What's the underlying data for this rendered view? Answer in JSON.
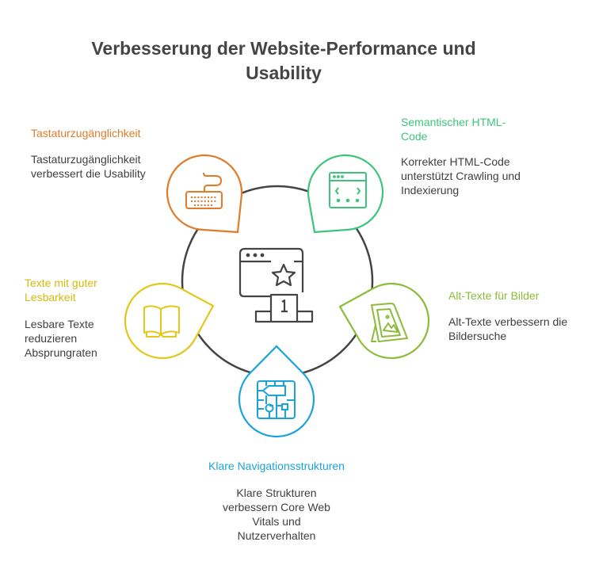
{
  "title": "Verbesserung der Website-Performance und\nUsability",
  "colors": {
    "orange": "#E07B2A",
    "green": "#3CC47C",
    "yellow": "#E2C81A",
    "lime": "#8DBB3A",
    "blue": "#1BA3D9",
    "ring": "#444444"
  },
  "items": [
    {
      "heading": "Tastaturzugänglichkeit",
      "text": "Tastaturzugänglichkeit\nverbessert die Usability",
      "icon": "keyboard-icon"
    },
    {
      "heading": "Semantischer HTML-\nCode",
      "text": "Korrekter HTML-Code\nunterstützt Crawling und\nIndexierung",
      "icon": "code-window-icon"
    },
    {
      "heading": "Texte mit guter\nLesbarkeit",
      "text": "Lesbare Texte\nreduzieren\nAbsprungraten",
      "icon": "book-icon"
    },
    {
      "heading": "Alt-Texte für Bilder",
      "text": "Alt-Texte verbessern die\nBildersuche",
      "icon": "picture-frame-icon"
    },
    {
      "heading": "Klare Navigationsstrukturen",
      "text": "Klare Strukturen\nverbessern Core Web\nVitals und\nNutzerverhalten",
      "icon": "flowchart-icon"
    }
  ],
  "center": {
    "icon": "website-ranking-icon",
    "podium_number": "1"
  }
}
